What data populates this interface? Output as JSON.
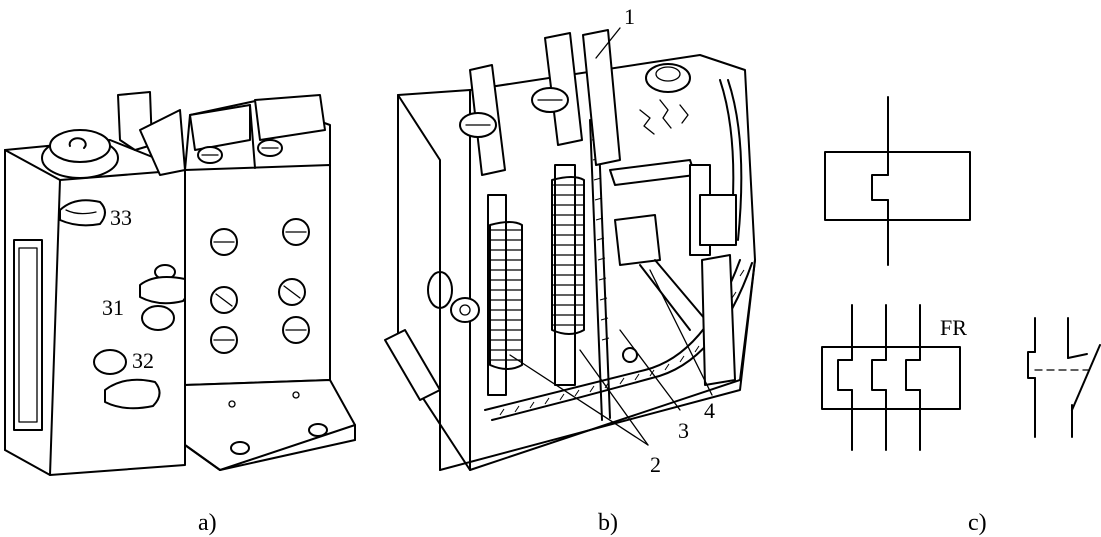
{
  "figure": {
    "panels": [
      {
        "id": "a",
        "caption": "a)",
        "callouts": [
          "33",
          "31",
          "32"
        ]
      },
      {
        "id": "b",
        "caption": "b)",
        "callouts": [
          "1",
          "2",
          "3",
          "4"
        ]
      },
      {
        "id": "c",
        "caption": "c)",
        "callouts": [
          "FR"
        ]
      }
    ]
  }
}
